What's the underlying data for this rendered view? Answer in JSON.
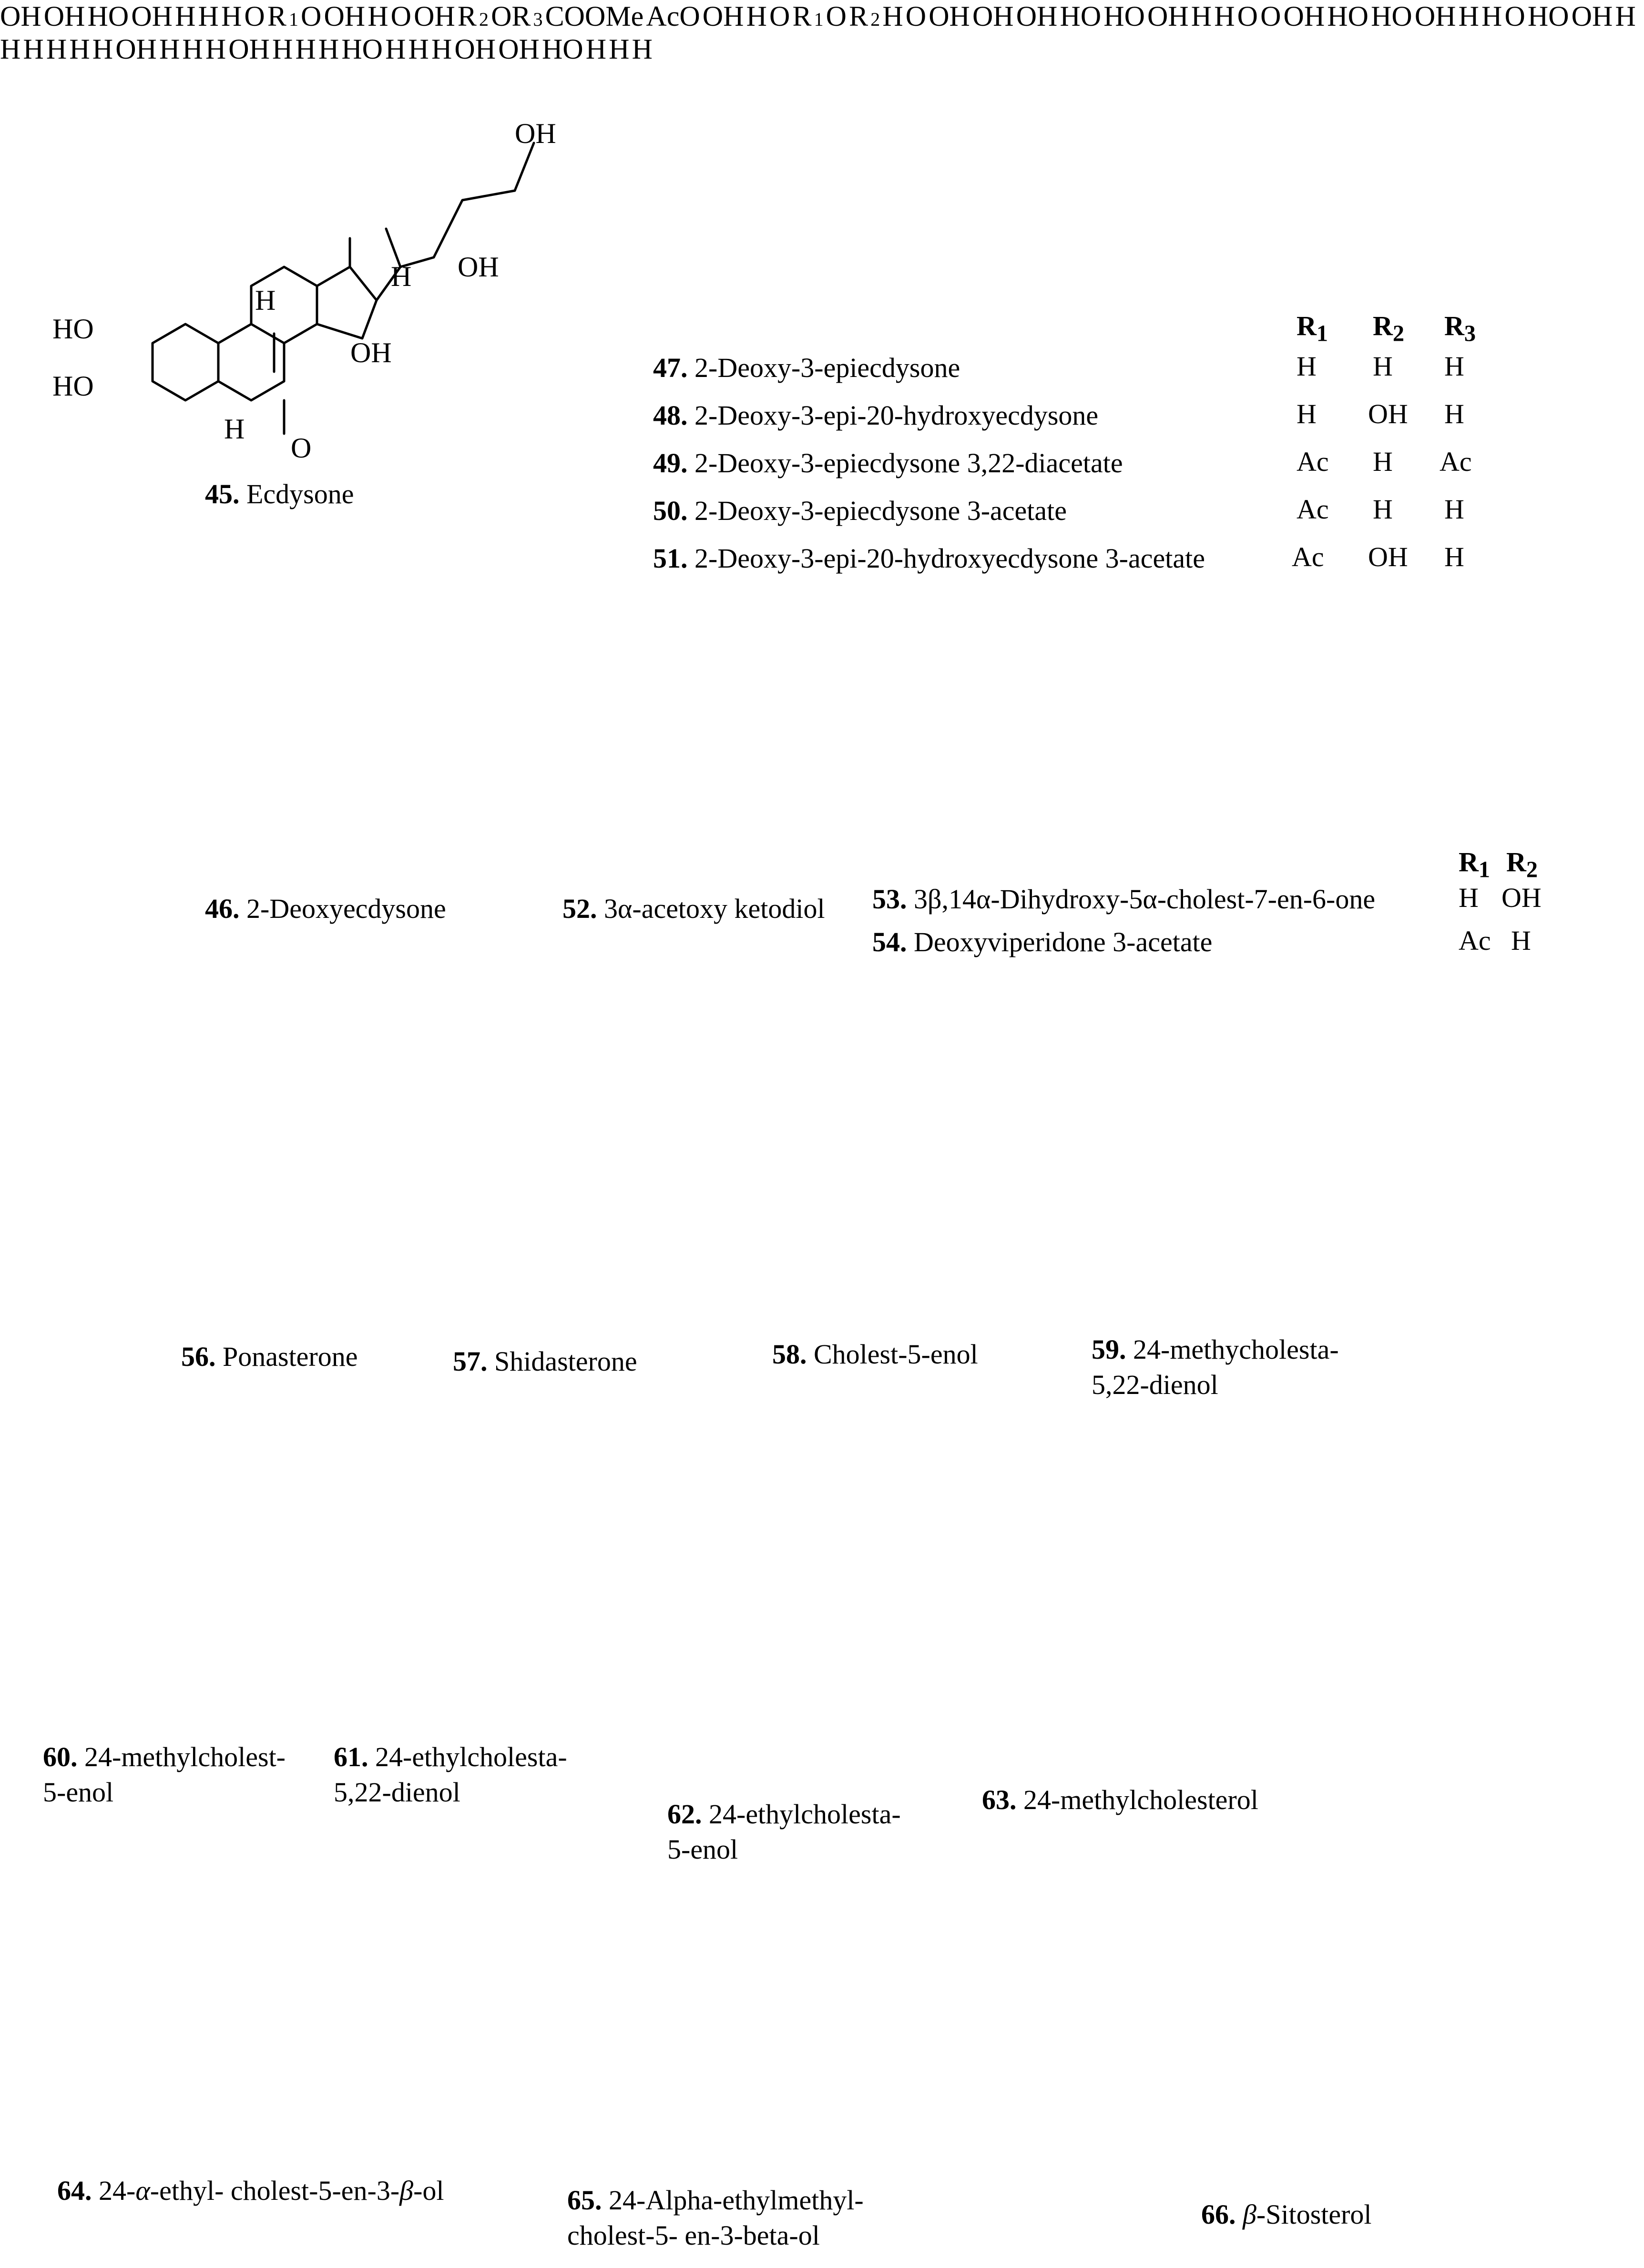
{
  "compounds": {
    "c45": {
      "num": "45.",
      "name": "Ecdysone"
    },
    "c46": {
      "num": "46.",
      "name": "2-Deoxyecdysone"
    },
    "c52": {
      "num": "52.",
      "name": "3α-acetoxy ketodiol"
    },
    "c56": {
      "num": "56.",
      "name": "Ponasterone"
    },
    "c57": {
      "num": "57.",
      "name": "Shidasterone"
    },
    "c58": {
      "num": "58.",
      "name": "Cholest-5-enol"
    },
    "c59": {
      "num": "59.",
      "name": "24-methycholesta-",
      "name2": "5,22-dienol"
    },
    "c60": {
      "num": "60.",
      "name": "24-methylcholest-",
      "name2": "5-enol"
    },
    "c61": {
      "num": "61.",
      "name": "24-ethylcholesta-",
      "name2": "5,22-dienol"
    },
    "c62": {
      "num": "62.",
      "name": "24-ethylcholesta-",
      "name2": "5-enol"
    },
    "c63": {
      "num": "63.",
      "name": "24-methylcholesterol"
    },
    "c64": {
      "num": "64.",
      "name_a": "24-",
      "name_b": "α",
      "name_c": "-ethyl- cholest-5-en-3-",
      "name_d": "β",
      "name_e": "-ol"
    },
    "c65": {
      "num": "65.",
      "name": "24-Alpha-ethylmethyl-",
      "name2": "cholest-5- en-3-beta-ol"
    },
    "c66": {
      "num": "66.",
      "name_a": "β",
      "name_b": "-Sitosterol"
    }
  },
  "table_47_51": {
    "headers": [
      "R1",
      "R2",
      "R3"
    ],
    "rows": [
      {
        "num": "47.",
        "name": "2-Deoxy-3-epiecdysone",
        "r1": "H",
        "r2": "H",
        "r3": "H"
      },
      {
        "num": "48.",
        "name": "2-Deoxy-3-epi-20-hydroxyecdysone",
        "r1": "H",
        "r2": "OH",
        "r3": "H"
      },
      {
        "num": "49.",
        "name": "2-Deoxy-3-epiecdysone 3,22-diacetate",
        "r1": "Ac",
        "r2": "H",
        "r3": "Ac"
      },
      {
        "num": "50.",
        "name": "2-Deoxy-3-epiecdysone 3-acetate",
        "r1": "Ac",
        "r2": "H",
        "r3": "H"
      },
      {
        "num": "51.",
        "name": "2-Deoxy-3-epi-20-hydroxyecdysone 3-acetate",
        "r1": "Ac",
        "r2": "OH",
        "r3": "H"
      }
    ]
  },
  "table_53_54": {
    "headers": [
      "R1",
      "R2"
    ],
    "rows": [
      {
        "num": "53.",
        "name": "3β,14α-Dihydroxy-5α-cholest-7-en-6-one",
        "r1": "H",
        "r2": "OH"
      },
      {
        "num": "54.",
        "name": "Deoxyviperidone 3-acetate",
        "r1": "Ac",
        "r2": "H"
      }
    ]
  },
  "atoms": {
    "OH": "OH",
    "HO": "HO",
    "H": "H",
    "O": "O",
    "AcO": "AcO",
    "COOMe": "COOMe",
    "R": "R",
    "OR": "OR",
    "one": "1",
    "two": "2",
    "three": "3"
  }
}
